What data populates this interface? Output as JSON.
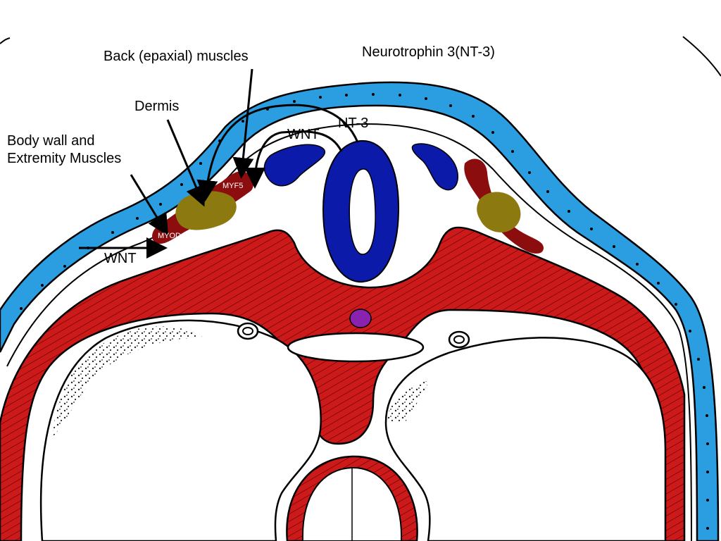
{
  "labels": {
    "back_muscles": "Back (epaxial) muscles",
    "neurotrophin": "Neurotrophin 3(NT-3)",
    "dermis": "Dermis",
    "body_wall_line1": "Body wall and",
    "body_wall_line2": "Extremity Muscles",
    "wnt_top": "WNT",
    "nt3": "NT-3",
    "wnt_left": "WNT",
    "myf5": "MYF5",
    "myod": "MYOD"
  },
  "colors": {
    "ectoderm": "#2a9ee0",
    "muscle_red": "#cc1a1a",
    "dermomyotome_dark": "#8b0d0d",
    "dermis_olive": "#8c7a10",
    "neural_blue": "#0b1aa8",
    "notochord_purple": "#8a22b0",
    "outline": "#000000"
  }
}
